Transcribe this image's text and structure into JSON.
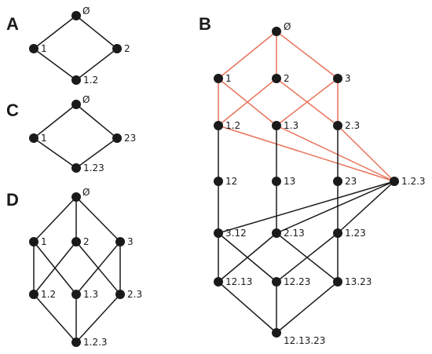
{
  "panels": [
    {
      "label": "A",
      "nodes": [
        {
          "id": "a0",
          "label": "Ø"
        },
        {
          "id": "a1",
          "label": "1"
        },
        {
          "id": "a2",
          "label": "2"
        },
        {
          "id": "a3",
          "label": "1.2"
        }
      ],
      "edges": [
        [
          "a0",
          "a1"
        ],
        [
          "a0",
          "a2"
        ],
        [
          "a1",
          "a3"
        ],
        [
          "a2",
          "a3"
        ]
      ]
    },
    {
      "label": "C",
      "nodes": [
        {
          "id": "c0",
          "label": "Ø"
        },
        {
          "id": "c1",
          "label": "1"
        },
        {
          "id": "c2",
          "label": "23"
        },
        {
          "id": "c3",
          "label": "1.23"
        }
      ],
      "edges": [
        [
          "c0",
          "c1"
        ],
        [
          "c0",
          "c2"
        ],
        [
          "c1",
          "c3"
        ],
        [
          "c2",
          "c3"
        ]
      ]
    },
    {
      "label": "D",
      "nodes": [
        {
          "id": "d0",
          "label": "Ø"
        },
        {
          "id": "d1",
          "label": "1"
        },
        {
          "id": "d2",
          "label": "2"
        },
        {
          "id": "d3",
          "label": "3"
        },
        {
          "id": "d12",
          "label": "1.2"
        },
        {
          "id": "d13",
          "label": "1.3"
        },
        {
          "id": "d23",
          "label": "2.3"
        },
        {
          "id": "d123",
          "label": "1.2.3"
        }
      ],
      "edges": [
        [
          "d0",
          "d1"
        ],
        [
          "d0",
          "d2"
        ],
        [
          "d0",
          "d3"
        ],
        [
          "d1",
          "d12"
        ],
        [
          "d1",
          "d13"
        ],
        [
          "d2",
          "d12"
        ],
        [
          "d2",
          "d23"
        ],
        [
          "d3",
          "d13"
        ],
        [
          "d3",
          "d23"
        ],
        [
          "d12",
          "d123"
        ],
        [
          "d13",
          "d123"
        ],
        [
          "d23",
          "d123"
        ]
      ]
    },
    {
      "label": "B",
      "nodes": [
        {
          "id": "b0",
          "label": "Ø"
        },
        {
          "id": "b1",
          "label": "1"
        },
        {
          "id": "b2",
          "label": "2"
        },
        {
          "id": "b3",
          "label": "3"
        },
        {
          "id": "b12",
          "label": "1.2"
        },
        {
          "id": "b13",
          "label": "1.3"
        },
        {
          "id": "b23",
          "label": "2.3"
        },
        {
          "id": "b123",
          "label": "1.2.3"
        },
        {
          "id": "bx12",
          "label": "12"
        },
        {
          "id": "bx13",
          "label": "13"
        },
        {
          "id": "bx23",
          "label": "23"
        },
        {
          "id": "b3_12",
          "label": "3.12"
        },
        {
          "id": "b2_13",
          "label": "2.13"
        },
        {
          "id": "b1_23",
          "label": "1.23"
        },
        {
          "id": "b12_13",
          "label": "12.13"
        },
        {
          "id": "b12_23",
          "label": "12.23"
        },
        {
          "id": "b13_23",
          "label": "13.23"
        },
        {
          "id": "btop",
          "label": "12.13.23"
        }
      ],
      "edges_red": [
        [
          "b0",
          "b1"
        ],
        [
          "b0",
          "b2"
        ],
        [
          "b0",
          "b3"
        ],
        [
          "b1",
          "b12"
        ],
        [
          "b1",
          "b13"
        ],
        [
          "b2",
          "b12"
        ],
        [
          "b2",
          "b23"
        ],
        [
          "b3",
          "b13"
        ],
        [
          "b3",
          "b23"
        ],
        [
          "b12",
          "b123"
        ],
        [
          "b13",
          "b123"
        ],
        [
          "b23",
          "b123"
        ]
      ],
      "edges": [
        [
          "b12",
          "bx12"
        ],
        [
          "b13",
          "bx13"
        ],
        [
          "b23",
          "bx23"
        ],
        [
          "bx12",
          "b3_12"
        ],
        [
          "bx13",
          "b2_13"
        ],
        [
          "bx23",
          "b1_23"
        ],
        [
          "b3_12",
          "b123"
        ],
        [
          "b2_13",
          "b123"
        ],
        [
          "b1_23",
          "b123"
        ],
        [
          "b3_12",
          "b12_13"
        ],
        [
          "b3_12",
          "b12_23"
        ],
        [
          "b2_13",
          "b12_13"
        ],
        [
          "b2_13",
          "b13_23"
        ],
        [
          "b1_23",
          "b12_23"
        ],
        [
          "b1_23",
          "b13_23"
        ],
        [
          "b12_13",
          "btop"
        ],
        [
          "b12_23",
          "btop"
        ],
        [
          "b13_23",
          "btop"
        ]
      ]
    }
  ],
  "colors": {
    "node": "#1a1a1a",
    "edge": "#1a1a1a",
    "edge_highlight": "#e8735a"
  }
}
